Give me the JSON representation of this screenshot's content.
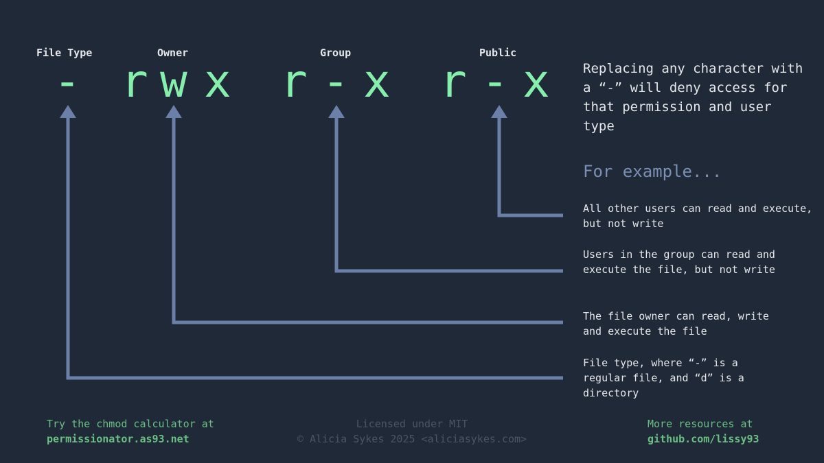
{
  "labels": {
    "file_type": "File Type",
    "owner": "Owner",
    "group": "Group",
    "public": "Public"
  },
  "permissions": {
    "file_type": "-",
    "owner_r": "r",
    "owner_w": "w",
    "owner_x": "x",
    "group_r": "r",
    "group_w": "-",
    "group_x": "x",
    "public_r": "r",
    "public_w": "-",
    "public_x": "x"
  },
  "intro": "Replacing any character with a “-” will deny access for that permission and user type",
  "example_heading": "For example...",
  "descriptions": {
    "public": "All other users can read and execute, but not write",
    "group": "Users in the group can read and execute the file, but not write",
    "owner": "The file owner can read, write and execute the file",
    "file_type": "File type, where “-” is a regular file, and “d” is a directory"
  },
  "footer": {
    "left_line1": "Try the chmod calculator at",
    "left_line2": "permissionator.as93.net",
    "center_line1": "Licensed under MIT",
    "center_line2": "© Alicia Sykes 2025 <aliciasykes.com>",
    "right_line1": "More resources at",
    "right_line2": "github.com/lissy93"
  },
  "colors": {
    "background": "#1f2937",
    "permission_text": "#86efac",
    "arrow": "#6b7fa8",
    "footer_link": "#6bbf84"
  }
}
